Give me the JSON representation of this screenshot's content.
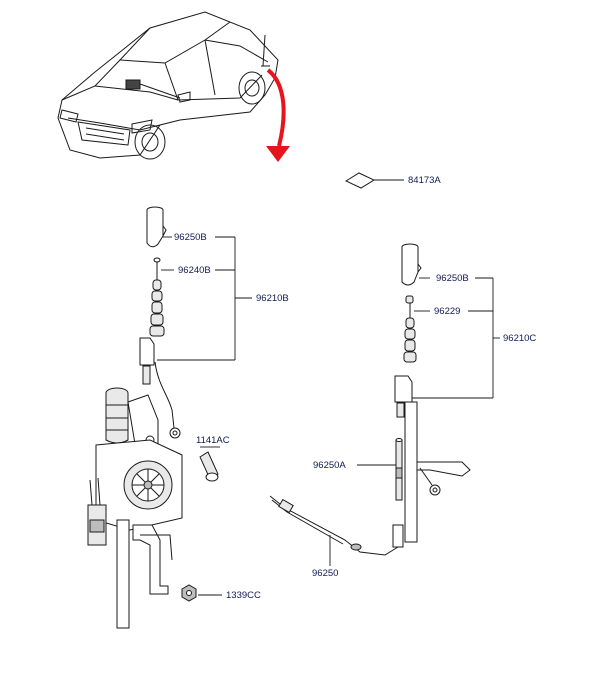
{
  "labels": {
    "part_84173A": "84173A",
    "part_96250B_left": "96250B",
    "part_96240B": "96240B",
    "part_96210B": "96210B",
    "part_1141AC": "1141AC",
    "part_1339CC": "1339CC",
    "part_96250B_right": "96250B",
    "part_96229": "96229",
    "part_96210C": "96210C",
    "part_96250A": "96250A",
    "part_96250": "96250"
  },
  "colors": {
    "arrow": "#e8141b",
    "label_text": "#111a55",
    "line": "#1a1a1a"
  },
  "icons": {
    "location_arrow": "red-curved-arrow",
    "car": "car-illustration"
  }
}
